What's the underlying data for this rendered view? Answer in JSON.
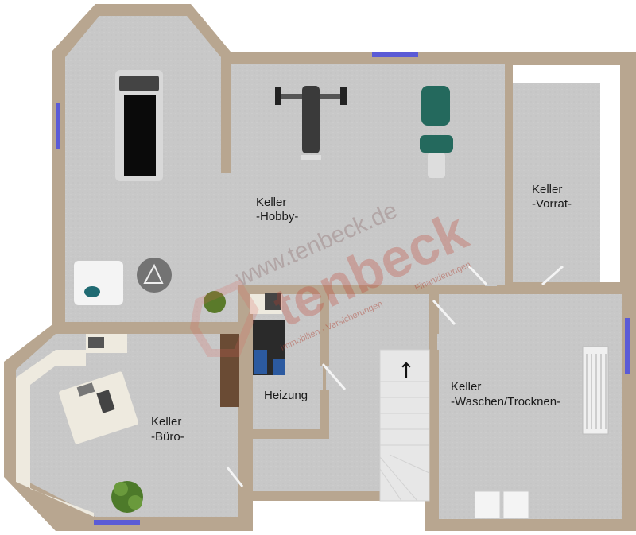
{
  "floor_plan": {
    "rooms": {
      "hobby": {
        "line1": "Keller",
        "line2": "-Hobby-"
      },
      "vorrat": {
        "line1": "Keller",
        "line2": "-Vorrat-"
      },
      "heizung": {
        "line1": "Heizung"
      },
      "waschen": {
        "line1": "Keller",
        "line2": "-Waschen/Trocknen-"
      },
      "buero": {
        "line1": "Keller",
        "line2": "-Büro-"
      }
    },
    "stairs_arrow": "↑",
    "watermark": {
      "url": "www.tenbeck.de",
      "brand": "tenbeck",
      "tagline_left": "Immobilien · Versicherungen",
      "tagline_right": "Finanzierungen"
    }
  },
  "colors": {
    "wall": "#b8a690",
    "floor": "#c9c9c9",
    "window": "#5b5bd6",
    "brand": "#c23a2a"
  }
}
